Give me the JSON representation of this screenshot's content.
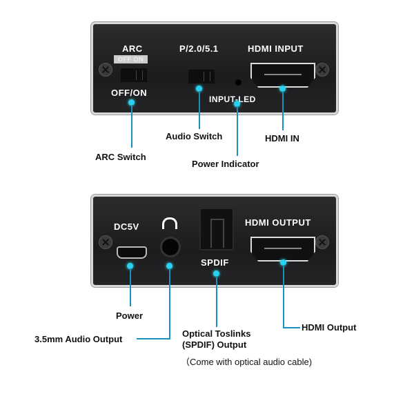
{
  "top_panel": {
    "arc": "ARC",
    "arc_sub": "OFF ON",
    "off_on": "OFF/ON",
    "pcm": "P/2.0/5.1",
    "hdmi_input": "HDMI INPUT",
    "input_led": "INPUT-LED"
  },
  "bottom_panel": {
    "dc5v": "DC5V",
    "spdif": "SPDIF",
    "hdmi_output": "HDMI OUTPUT"
  },
  "callouts": {
    "arc_switch": "ARC Switch",
    "audio_switch": "Audio Switch",
    "power_indicator": "Power Indicator",
    "hdmi_in": "HDMI IN",
    "power": "Power",
    "audio_out": "3.5mm Audio Output",
    "optical_1": "Optical Toslinks",
    "optical_2": "(SPDIF) Output",
    "caption": "（Come with optical audio cable)",
    "hdmi_output": "HDMI Output"
  },
  "accent": "#2bd0f0"
}
